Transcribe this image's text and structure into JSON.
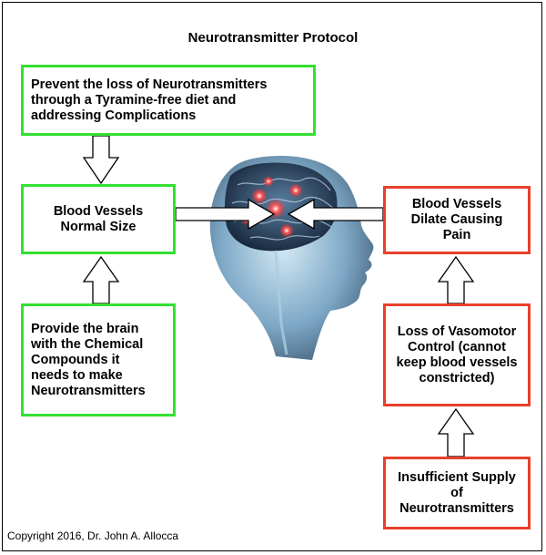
{
  "title": "Neurotransmitter Protocol",
  "boxes": {
    "prevent": [
      "Prevent the loss of Neurotransmitters",
      "through a Tyramine-free diet and",
      "addressing Complications"
    ],
    "normal": [
      "Blood Vessels",
      "Normal Size"
    ],
    "provide": [
      "Provide the brain",
      "with the Chemical",
      "Compounds it",
      "needs to make",
      "Neurotransmitters"
    ],
    "dilate": [
      "Blood Vessels",
      "Dilate Causing",
      "Pain"
    ],
    "loss": [
      "Loss of Vasomotor",
      "Control (cannot",
      "keep blood vessels",
      "constricted)"
    ],
    "insufficient": [
      "Insufficient Supply",
      "of",
      "Neurotransmitters"
    ]
  },
  "colors": {
    "good": "#33e033",
    "bad": "#e8402a"
  },
  "image": "human-head-brain-illustration",
  "copyright": "Copyright 2016, Dr. John A. Allocca"
}
